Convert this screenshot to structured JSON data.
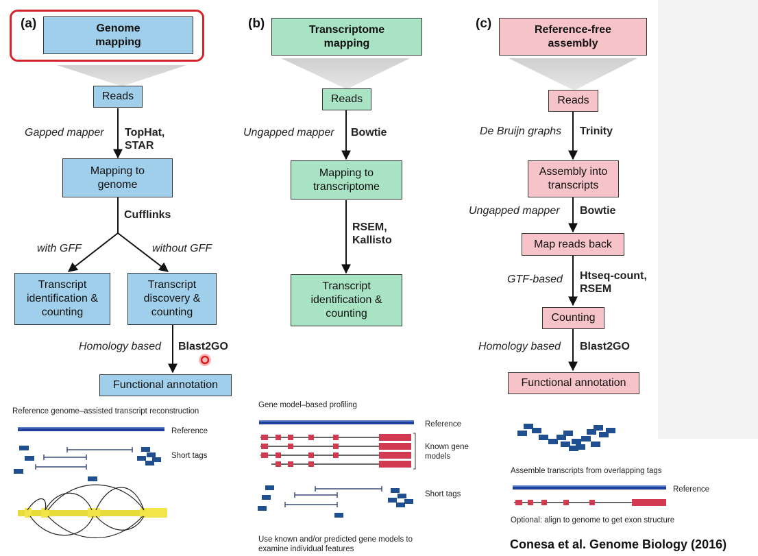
{
  "panels": {
    "a": {
      "letter": "(a)",
      "header": "Genome\nmapping",
      "reads": "Reads",
      "mapper_label": "Gapped mapper",
      "mapper_tools": "TopHat,\nSTAR",
      "mapping": "Mapping to\ngenome",
      "assembler": "Cufflinks",
      "with_gff": "with GFF",
      "without_gff": "without GFF",
      "left_box": "Transcript\nidentification &\ncounting",
      "right_box": "Transcript\ndiscovery &\ncounting",
      "homology_label": "Homology based",
      "homology_tool": "Blast2GO",
      "functional": "Functional annotation",
      "fig_caption": "Reference genome–assisted transcript reconstruction",
      "fig_reference": "Reference",
      "fig_short_tags": "Short tags"
    },
    "b": {
      "letter": "(b)",
      "header": "Transcriptome\nmapping",
      "reads": "Reads",
      "mapper_label": "Ungapped mapper",
      "mapper_tool": "Bowtie",
      "mapping": "Mapping to\ntranscriptome",
      "quant_tools": "RSEM,\nKallisto",
      "final_box": "Transcript\nidentification &\ncounting",
      "fig_caption": "Gene model–based profiling",
      "fig_reference": "Reference",
      "fig_known": "Known gene\nmodels",
      "fig_short_tags": "Short tags",
      "fig_bottom": "Use known and/or predicted gene models to\nexamine individual features"
    },
    "c": {
      "letter": "(c)",
      "header": "Reference-free\nassembly",
      "reads": "Reads",
      "assembly_label": "De Bruijn graphs",
      "assembly_tool": "Trinity",
      "assembly": "Assembly into\ntranscripts",
      "mapper_label": "Ungapped mapper",
      "mapper_tool": "Bowtie",
      "map_back": "Map reads back",
      "count_label": "GTF-based",
      "count_tools": "Htseq-count,\nRSEM",
      "counting": "Counting",
      "homology_label": "Homology based",
      "homology_tool": "Blast2GO",
      "functional": "Functional annotation",
      "fig_caption": "Assemble transcripts from overlapping tags",
      "fig_reference": "Reference",
      "fig_optional": "Optional: align to genome to get exon structure"
    }
  },
  "citation": "Conesa et al. Genome Biology (2016)",
  "colors": {
    "blue_box": "#9fcfea",
    "green_box": "#a8e3c4",
    "pink_box": "#f6c3c8",
    "highlight": "#d4242b",
    "reference_bar": "#1f3f9a",
    "tag": "#1f4f8f",
    "exon": "#d23a52",
    "genome_track": "#e9dc3a"
  },
  "icons": [
    "down-arrow-icon",
    "pointer-cursor-icon"
  ]
}
